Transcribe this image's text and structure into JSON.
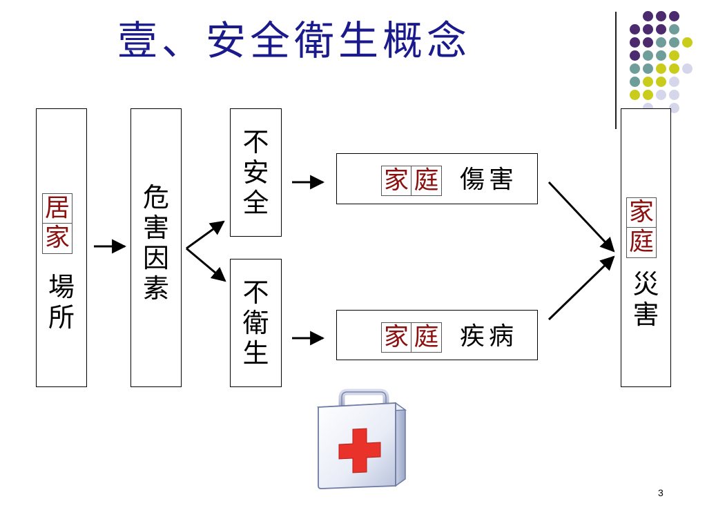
{
  "slide": {
    "title": "壹、安全衛生概念",
    "page_number": "3"
  },
  "boxes": {
    "place": {
      "tag": [
        "居",
        "家"
      ],
      "text": [
        "場",
        "所"
      ]
    },
    "hazard": {
      "text": [
        "危",
        "害",
        "因",
        "素"
      ]
    },
    "unsafe": {
      "text": [
        "不",
        "安",
        "全"
      ]
    },
    "unhygienic": {
      "text": [
        "不",
        "衛",
        "生"
      ]
    },
    "injury": {
      "tag": [
        "家",
        "庭"
      ],
      "text": "傷害"
    },
    "disease": {
      "tag": [
        "家",
        "庭"
      ],
      "text": "疾病"
    },
    "disaster": {
      "tag": [
        "家",
        "庭"
      ],
      "text": [
        "災",
        "害"
      ]
    }
  },
  "colors": {
    "title": "#1a1a8c",
    "tag_text": "#8b1010",
    "dot_purple": "#4b2a6e",
    "dot_teal": "#6f9e9a",
    "dot_yellow": "#c9cc1a",
    "dot_lavender": "#d6d6ea"
  },
  "icons": {
    "clipart": "first-aid-kit-icon"
  }
}
